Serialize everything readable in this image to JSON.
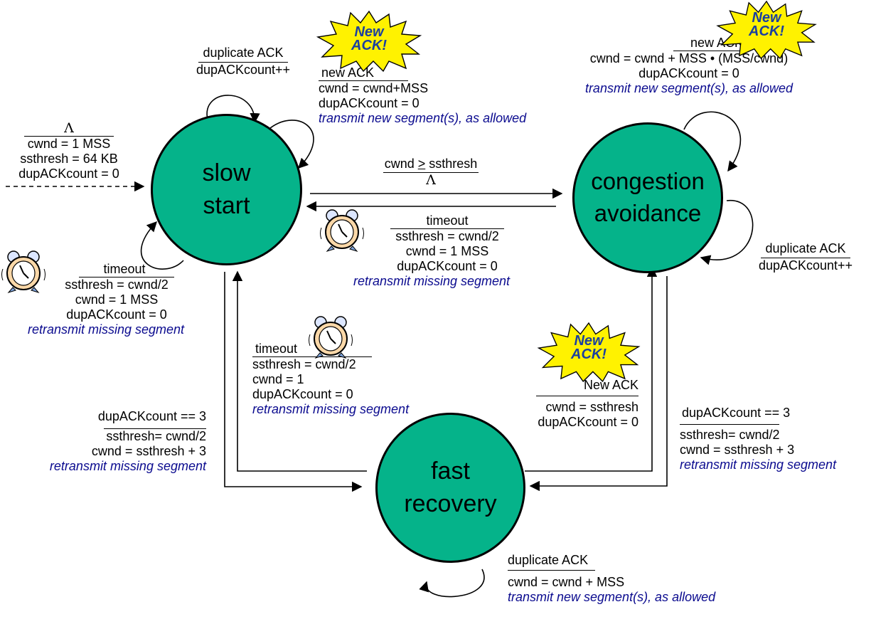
{
  "states": {
    "slow_start": "slow\nstart",
    "congestion_avoidance": "congestion\navoidance",
    "fast_recovery": "fast\nrecovery"
  },
  "badge": {
    "line1": "New",
    "line2": "ACK!"
  },
  "init": {
    "event": "Λ",
    "a1": "cwnd = 1 MSS",
    "a2": "ssthresh = 64 KB",
    "a3": "dupACKcount = 0"
  },
  "ss_dup": {
    "event": "duplicate ACK",
    "a1": "dupACKcount++"
  },
  "ss_new": {
    "event": "new ACK",
    "a1": "cwnd = cwnd+MSS",
    "a2": "dupACKcount = 0",
    "a3": "transmit new segment(s), as allowed"
  },
  "ss_timeout": {
    "event": "timeout",
    "a1": "ssthresh = cwnd/2",
    "a2": "cwnd = 1 MSS",
    "a3": "dupACKcount = 0",
    "a4": "retransmit missing segment"
  },
  "ss_to_ca": {
    "event": "cwnd > ssthresh",
    "action": "Λ"
  },
  "ca_timeout": {
    "event": "timeout",
    "a1": "ssthresh = cwnd/2",
    "a2": "cwnd = 1 MSS",
    "a3": "dupACKcount = 0",
    "a4": "retransmit missing segment"
  },
  "ca_new": {
    "event": "new ACK",
    "a1": "cwnd = cwnd + MSS • (MSS/cwnd)",
    "a2": "dupACKcount = 0",
    "a3": "transmit new segment(s), as allowed"
  },
  "ca_dup": {
    "event": "duplicate ACK",
    "a1": "dupACKcount++"
  },
  "fr_timeout": {
    "event": "timeout",
    "a1": "ssthresh = cwnd/2",
    "a2": "cwnd = 1",
    "a3": "dupACKcount = 0",
    "a4": "retransmit missing segment"
  },
  "ss_to_fr": {
    "event": "dupACKcount == 3",
    "a1": "ssthresh= cwnd/2",
    "a2": "cwnd = ssthresh + 3",
    "a3": "retransmit missing segment"
  },
  "fr_to_ca": {
    "event": "New ACK",
    "a1": "cwnd = ssthresh",
    "a2": "dupACKcount = 0"
  },
  "ca_to_fr": {
    "event": "dupACKcount == 3",
    "a1": "ssthresh= cwnd/2",
    "a2": "cwnd = ssthresh + 3",
    "a3": "retransmit missing segment"
  },
  "fr_dup": {
    "event": "duplicate ACK",
    "a1": "cwnd = cwnd + MSS",
    "a2": "transmit new segment(s), as allowed"
  },
  "colors": {
    "state_fill": "#05b38a",
    "action_text": "#0b0b8f",
    "burst_fill": "#fff200",
    "burst_text": "#1a3fa0"
  },
  "icons": [
    "alarm-clock-icon",
    "new-ack-starburst-icon"
  ]
}
